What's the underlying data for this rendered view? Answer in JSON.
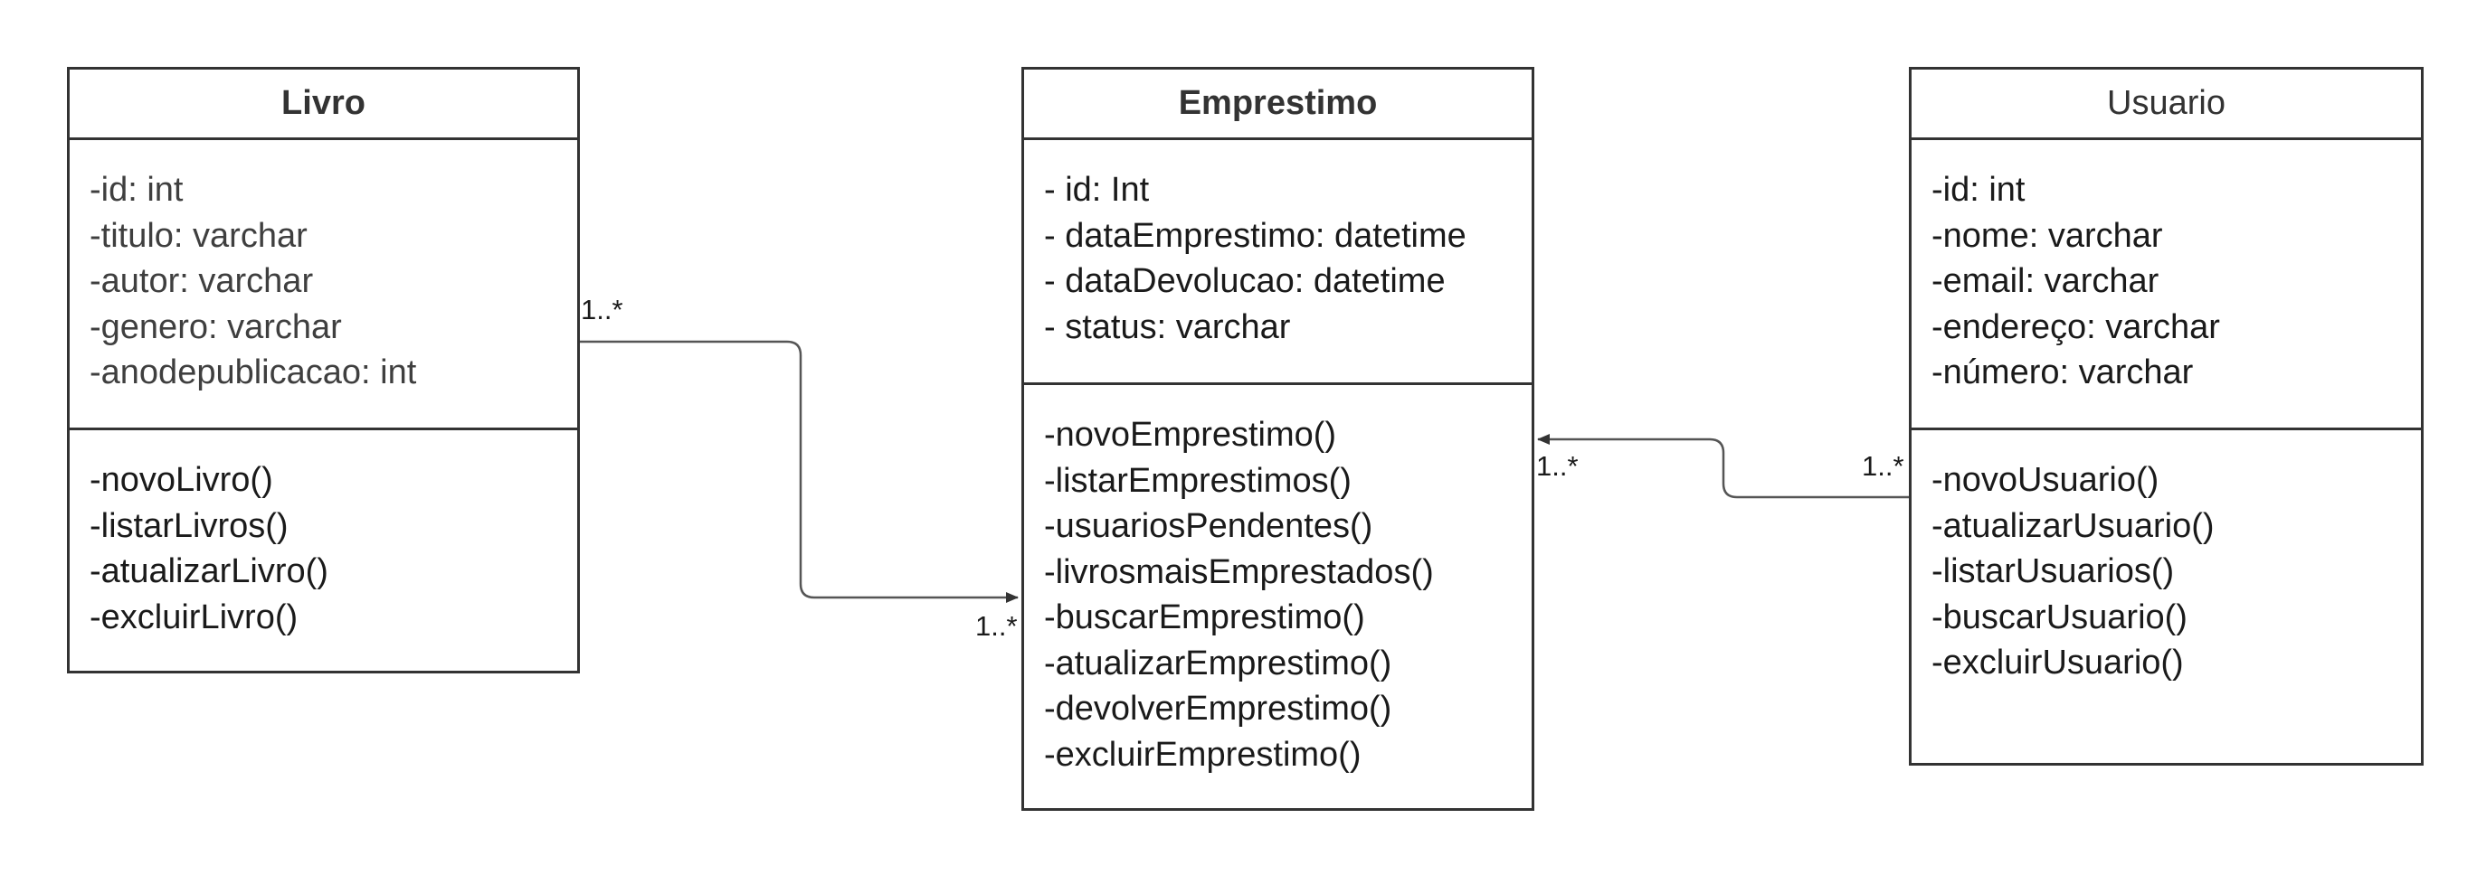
{
  "classes": {
    "livro": {
      "name": "Livro",
      "attributes": [
        "-id: int",
        "-titulo: varchar",
        "-autor: varchar",
        "-genero: varchar",
        "-anodepublicacao: int"
      ],
      "operations": [
        "-novoLivro()",
        "-listarLivros()",
        "-atualizarLivro()",
        "-excluirLivro()"
      ]
    },
    "emprestimo": {
      "name": "Emprestimo",
      "attributes": [
        "- id: Int",
        "- dataEmprestimo: datetime",
        "- dataDevolucao: datetime",
        "- status: varchar"
      ],
      "operations": [
        "-novoEmprestimo()",
        "-listarEmprestimos()",
        "-usuariosPendentes()",
        "-livrosmaisEmprestados()",
        "-buscarEmprestimo()",
        "-atualizarEmprestimo()",
        "-devolverEmprestimo()",
        "-excluirEmprestimo()"
      ]
    },
    "usuario": {
      "name": "Usuario",
      "attributes": [
        "-id: int",
        "-nome: varchar",
        "-email: varchar",
        "-endereço: varchar",
        "-número: varchar"
      ],
      "operations": [
        "-novoUsuario()",
        "-atualizarUsuario()",
        "-listarUsuarios()",
        "-buscarUsuario()",
        "-excluirUsuario()"
      ]
    }
  },
  "associations": {
    "livro_emprestimo": {
      "source_multiplicity": "1..*",
      "target_multiplicity": "1..*"
    },
    "usuario_emprestimo": {
      "source_multiplicity": "1..*",
      "target_multiplicity": "1..*"
    }
  },
  "colors": {
    "border": "#333333",
    "line": "#555555",
    "text": "#1a1a1a"
  }
}
